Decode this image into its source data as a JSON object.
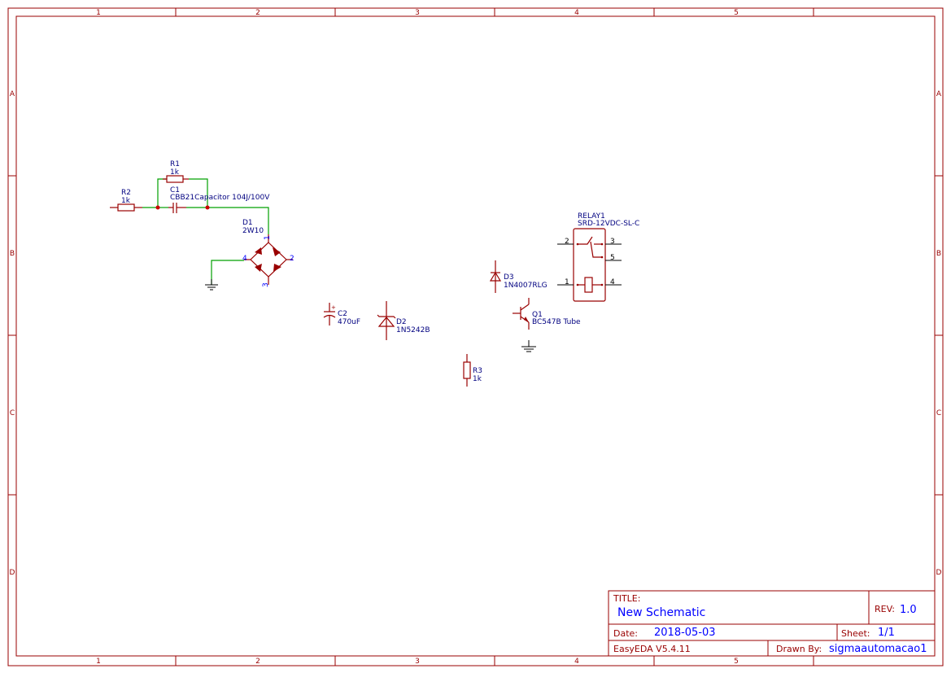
{
  "frame": {
    "columns": [
      "1",
      "2",
      "3",
      "4",
      "5"
    ],
    "rows": [
      "A",
      "B",
      "C",
      "D"
    ]
  },
  "components": {
    "r1": {
      "ref": "R1",
      "value": "1k"
    },
    "r2": {
      "ref": "R2",
      "value": "1k"
    },
    "c1": {
      "ref": "C1",
      "value": "CBB21Capacitor 104J/100V"
    },
    "d1": {
      "ref": "D1",
      "value": "2W10",
      "pins": [
        "1",
        "2",
        "3",
        "4"
      ]
    },
    "c2": {
      "ref": "C2",
      "value": "470uF",
      "polarity": "+"
    },
    "d2": {
      "ref": "D2",
      "value": "1N5242B"
    },
    "d3": {
      "ref": "D3",
      "value": "1N4007RLG"
    },
    "q1": {
      "ref": "Q1",
      "value": "BC547B Tube"
    },
    "r3": {
      "ref": "R3",
      "value": "1k"
    },
    "relay1": {
      "ref": "RELAY1",
      "value": "SRD-12VDC-SL-C",
      "pins": [
        "2",
        "3",
        "5",
        "1",
        "4"
      ]
    }
  },
  "title_block": {
    "title_label": "TITLE:",
    "title": "New Schematic",
    "rev_label": "REV:",
    "rev": "1.0",
    "date_label": "Date:",
    "date": "2018-05-03",
    "sheet_label": "Sheet:",
    "sheet": "1/1",
    "software": "EasyEDA V5.4.11",
    "drawn_by_label": "Drawn By:",
    "drawn_by": "sigmaautomacao1"
  },
  "colors": {
    "frame": "#990000",
    "wire": "#00a000",
    "label": "#000080",
    "value": "#0000ff"
  }
}
